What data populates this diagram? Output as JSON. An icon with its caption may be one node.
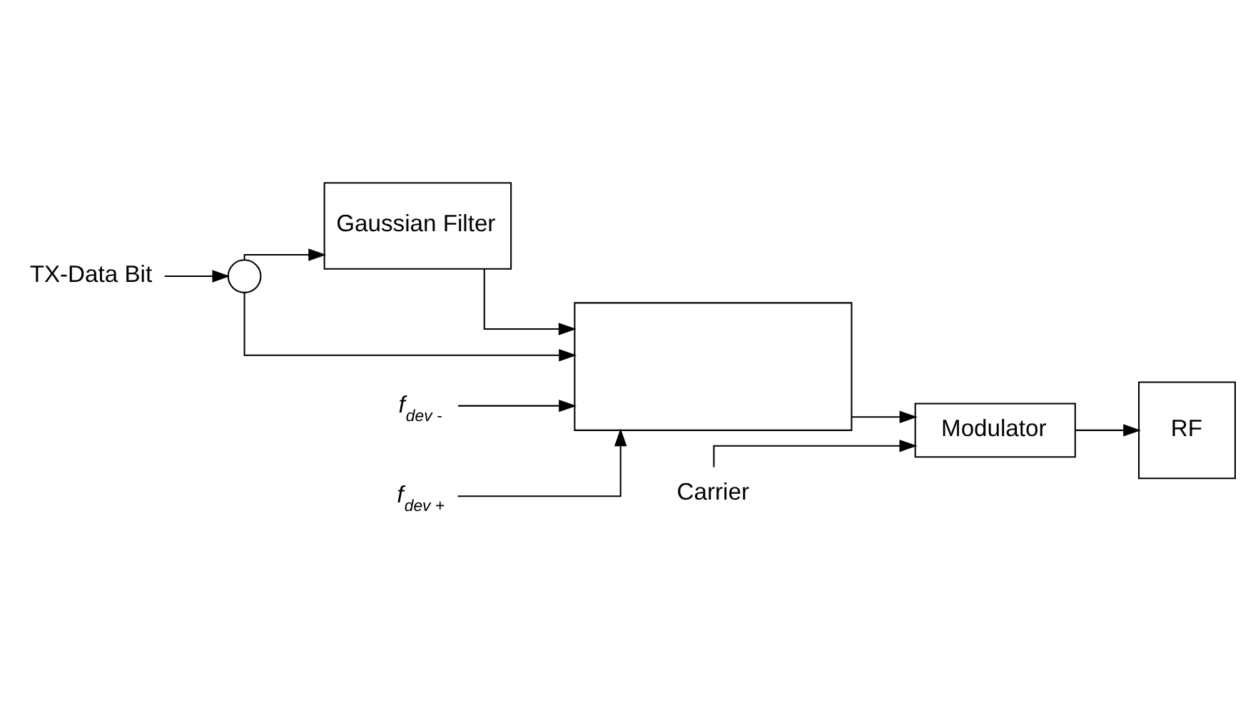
{
  "diagram": {
    "nodes": [
      {
        "text": [
          "TX-Data Bit"
        ]
      },
      {
        "text": [],
        "shape": "circle"
      },
      {
        "text": [
          "Gaussian Filter"
        ]
      },
      {
        "text": [],
        "shape": "trapezoid"
      },
      {
        "text": [
          "f$_{dev -}$"
        ]
      },
      {
        "text": [
          "f$_{dev +}$"
        ]
      },
      {
        "text": [
          "Modulator"
        ]
      },
      {
        "text": [
          "Carrier"
        ]
      },
      {
        "text": [
          "RF"
        ]
      }
    ],
    "edges": [
      {
        "from": 0,
        "to": 1,
        "arrow": "to"
      },
      {
        "from": 1,
        "to": 2,
        "arrow": "to"
      },
      {
        "from": 1,
        "to": 3,
        "arrow": "to"
      },
      {
        "from": 2,
        "to": 3,
        "arrow": "to"
      },
      {
        "from": 4,
        "to": 3,
        "arrow": "to"
      },
      {
        "from": 5,
        "to": 3,
        "arrow": "to"
      },
      {
        "from": 3,
        "to": 6,
        "arrow": "to"
      },
      {
        "from": 7,
        "to": 6,
        "arrow": "to"
      },
      {
        "from": 6,
        "to": 8,
        "arrow": "to"
      }
    ]
  }
}
